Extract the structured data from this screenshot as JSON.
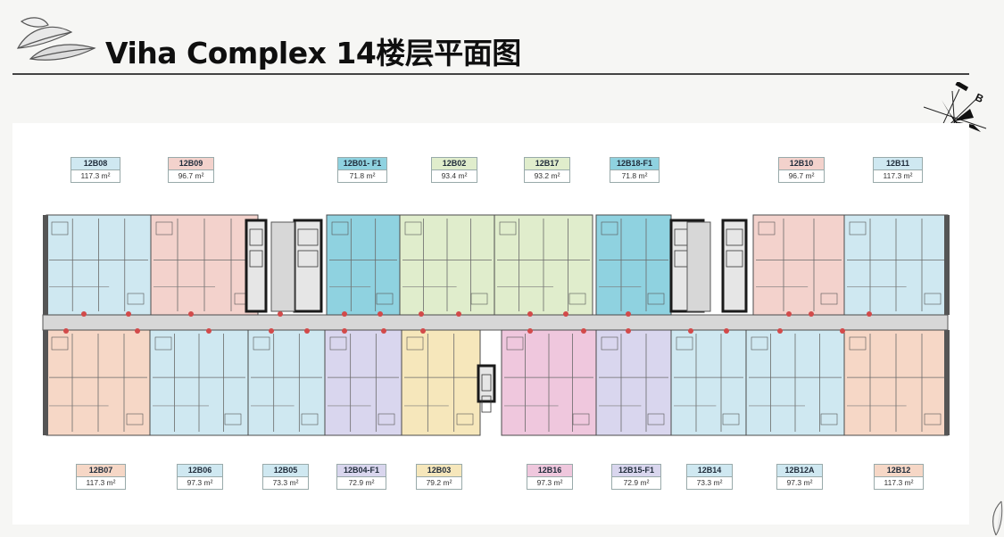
{
  "title": "Viha Complex 14楼层平面图",
  "compass": {
    "label": "B"
  },
  "colors": {
    "blue": "#cfe8f1",
    "salmon": "#f3d2cc",
    "cyan": "#8fd2e0",
    "lightgreen": "#e0edcc",
    "lavender": "#d9d6ee",
    "yellow": "#f6e7bb",
    "pink": "#efc7dd",
    "peach": "#f6d7c6",
    "corridor": "#d7d7d7",
    "wall": "#1a1a1a"
  },
  "units_top": [
    {
      "code": "12B08",
      "area": "117.3 m²",
      "color": "blue"
    },
    {
      "code": "12B09",
      "area": "96.7 m²",
      "color": "salmon"
    },
    {
      "code": "12B01- F1",
      "area": "71.8 m²",
      "color": "cyan"
    },
    {
      "code": "12B02",
      "area": "93.4 m²",
      "color": "lightgreen"
    },
    {
      "code": "12B17",
      "area": "93.2 m²",
      "color": "lightgreen"
    },
    {
      "code": "12B18-F1",
      "area": "71.8 m²",
      "color": "cyan"
    },
    {
      "code": "12B10",
      "area": "96.7 m²",
      "color": "salmon"
    },
    {
      "code": "12B11",
      "area": "117.3 m²",
      "color": "blue"
    }
  ],
  "units_bottom": [
    {
      "code": "12B07",
      "area": "117.3 m²",
      "color": "peach"
    },
    {
      "code": "12B06",
      "area": "97.3 m²",
      "color": "blue"
    },
    {
      "code": "12B05",
      "area": "73.3 m²",
      "color": "blue"
    },
    {
      "code": "12B04-F1",
      "area": "72.9 m²",
      "color": "lavender"
    },
    {
      "code": "12B03",
      "area": "79.2 m²",
      "color": "yellow"
    },
    {
      "code": "12B16",
      "area": "97.3 m²",
      "color": "pink"
    },
    {
      "code": "12B15-F1",
      "area": "72.9 m²",
      "color": "lavender"
    },
    {
      "code": "12B14",
      "area": "73.3 m²",
      "color": "blue"
    },
    {
      "code": "12B12A",
      "area": "97.3 m²",
      "color": "blue"
    },
    {
      "code": "12B12",
      "area": "117.3 m²",
      "color": "peach"
    }
  ]
}
